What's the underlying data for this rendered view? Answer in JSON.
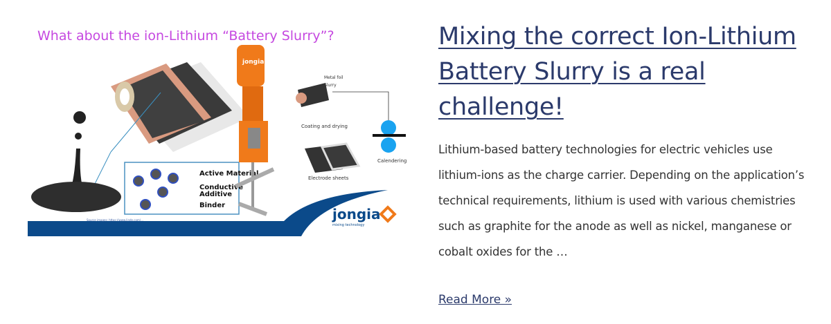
{
  "post": {
    "image": {
      "heading": "What about the ion-Lithium “Battery Slurry”?",
      "labels": {
        "active_material": "Active Material",
        "conductive_1": "Conductive",
        "conductive_2": "Additive",
        "binder": "Binder",
        "metal_foil": "Metal foil",
        "slurry": "Slurry",
        "coating": "Coating and drying",
        "calendering": "Calendering",
        "electrode": "Electrode sheets",
        "brand": "jongia",
        "brand_tag": "mixing technology",
        "source": "Source images: https://www.linde.com/..."
      },
      "colors": {
        "heading": "#c548e0",
        "brand": "#0b4a8a",
        "accent": "#f07a1a",
        "calender": "#1aa3f0"
      }
    },
    "title": "Mixing the correct Ion-Lithium Battery Slurry is a real challenge!",
    "excerpt": "Lithium-based battery technologies for electric vehicles use lithium-ions as the charge carrier. Depending on the application’s technical requirements, lithium is used with various chemistries such as graphite for the anode as well as nickel, manganese or cobalt oxides for the …",
    "read_more": "Read More »"
  }
}
